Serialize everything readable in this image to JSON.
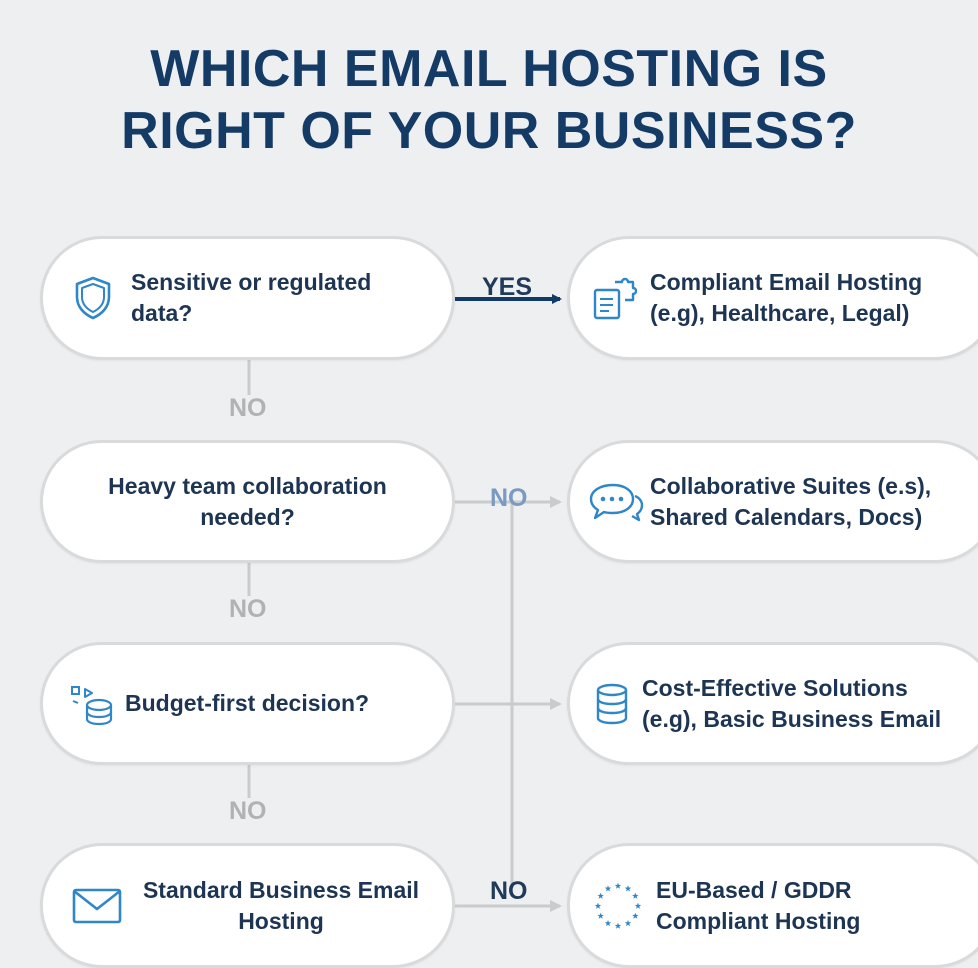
{
  "title": {
    "line1": "WHICH EMAIL HOSTING IS",
    "line2": "RIGHT OF YOUR BUSINESS?"
  },
  "questions": [
    {
      "icon": "shield-icon",
      "text": "Sensitive or regulated data?"
    },
    {
      "icon": "",
      "text": "Heavy team collaboration needed?"
    },
    {
      "icon": "budget-coins-icon",
      "text": "Budget-first decision?"
    },
    {
      "icon": "envelope-icon",
      "text": "Standard Business Email Hosting"
    }
  ],
  "outcomes": [
    {
      "icon": "document-puzzle-icon",
      "text": "Compliant Email Hosting (e.g), Healthcare, Legal)"
    },
    {
      "icon": "chat-bubbles-icon",
      "text": "Collaborative Suites (e.s), Shared Calendars, Docs)"
    },
    {
      "icon": "database-icon",
      "text": "Cost-Effective Solutions (e.g), Basic Business Email"
    },
    {
      "icon": "eu-stars-icon",
      "text": "EU-Based / GDDR Compliant Hosting"
    }
  ],
  "labels": {
    "yes": "YES",
    "no_1": "NO",
    "no_2": "NO",
    "no_3": "NO",
    "no_right_1": "NO",
    "no_right_2": "NO"
  },
  "colors": {
    "title": "#143a66",
    "icon_blue": "#2f86c8",
    "arrow_dark": "#123a68",
    "connector_gray": "#c9cbcd"
  }
}
